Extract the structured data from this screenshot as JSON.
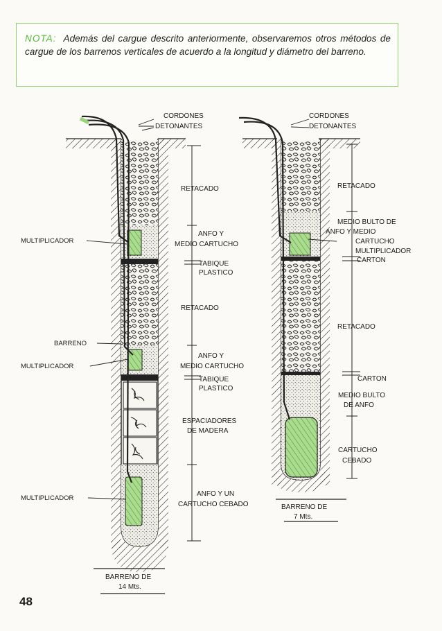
{
  "note": {
    "keyword": "NOTA:",
    "text": "Además del cargue descrito anteriormente, observaremos otros métodos de cargue de los barrenos verticales de acuerdo a la longitud y diámetro del barreno."
  },
  "left_hole": {
    "labels": {
      "cordones_1": "CORDONES",
      "cordones_2": "DETONANTES",
      "retacado_1": "RETACADO",
      "anfo_1": "ANFO Y",
      "anfo_2": "MEDIO CARTUCHO",
      "tabique_1a": "TABIQUE",
      "tabique_1b": "PLASTICO",
      "retacado_2": "RETACADO",
      "anfo2_1": "ANFO Y",
      "anfo2_2": "MEDIO CARTUCHO",
      "tabique_2a": "TABIQUE",
      "tabique_2b": "PLASTICO",
      "esp_1": "ESPACIADORES",
      "esp_2": "DE MADERA",
      "anfo3_1": "ANFO Y UN",
      "anfo3_2": "CARTUCHO CEBADO",
      "multiplicador_1": "MULTIPLICADOR",
      "barreno": "BARRENO",
      "multiplicador_2": "MULTIPLICADOR",
      "multiplicador_3": "MULTIPLICADOR",
      "caption_1": "BARRENO DE",
      "caption_2": "14 Mts."
    }
  },
  "right_hole": {
    "labels": {
      "cordones_1": "CORDONES",
      "cordones_2": "DETONANTES",
      "retacado_1": "RETACADO",
      "medio_1": "MEDIO BULTO DE",
      "medio_2": "ANFO  Y MEDIO",
      "medio_3": "CARTUCHO",
      "medio_4": "MULTIPLICADOR",
      "carton_1": "CARTON",
      "retacado_2": "RETACADO",
      "carton_2": "CARTON",
      "medio2_1": "MEDIO BULTO",
      "medio2_2": "DE ANFO",
      "cartucho_1": "CARTUCHO",
      "cartucho_2": "CEBADO",
      "caption_1": "BARRENO DE",
      "caption_2": "7 Mts."
    }
  },
  "page_number": "48",
  "colors": {
    "green": "#a9dc8c",
    "border": "#8fd36d",
    "keyword": "#55b83a"
  }
}
